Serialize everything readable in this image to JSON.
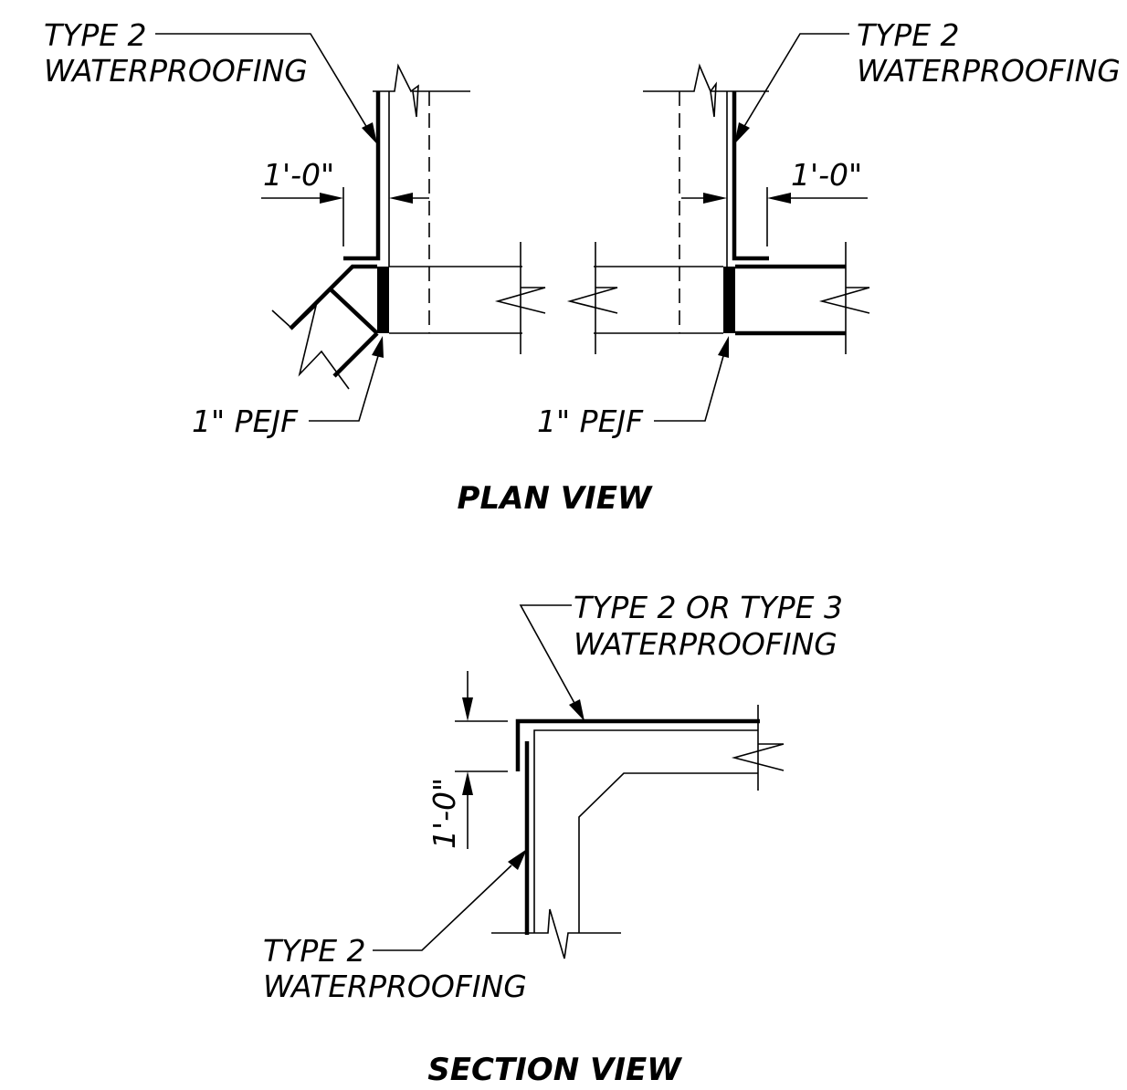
{
  "plan_view": {
    "title": "PLAN VIEW",
    "left_detail": {
      "waterproofing_label_line1": "TYPE 2",
      "waterproofing_label_line2": "WATERPROOFING",
      "dimension": "1'-0\"",
      "joint_label": "1\" PEJF"
    },
    "right_detail": {
      "waterproofing_label_line1": "TYPE 2",
      "waterproofing_label_line2": "WATERPROOFING",
      "dimension": "1'-0\"",
      "joint_label": "1\" PEJF"
    }
  },
  "section_view": {
    "title": "SECTION VIEW",
    "top_label_line1": "TYPE 2 OR TYPE 3",
    "top_label_line2": "WATERPROOFING",
    "dimension": "1'-0\"",
    "bottom_label_line1": "TYPE 2",
    "bottom_label_line2": "WATERPROOFING"
  }
}
